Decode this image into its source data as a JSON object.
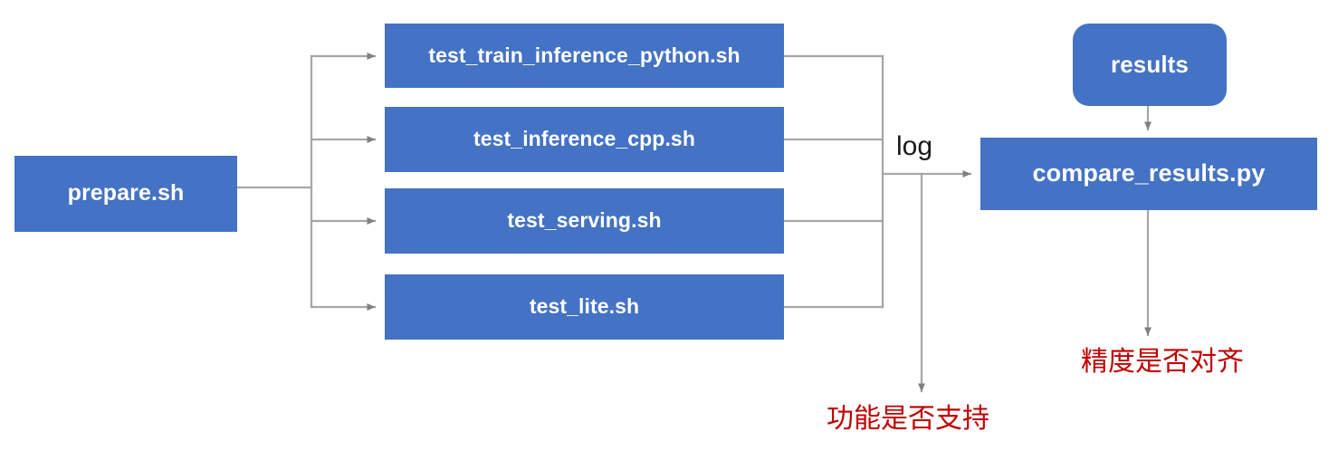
{
  "diagram": {
    "title": "PaddlePaddle TIPC test pipeline flowchart",
    "colors": {
      "node_fill": "#4472C4",
      "node_text": "#FFFFFF",
      "wire": "#A6A6A6",
      "arrow": "#808080",
      "annotation_red": "#C00000",
      "label_text": "#1A1A1A",
      "background": "#FFFFFF"
    },
    "nodes": {
      "prepare": {
        "label": "prepare.sh",
        "shape": "rectangle"
      },
      "test_train_inference_python": {
        "label": "test_train_inference_python.sh",
        "shape": "rectangle"
      },
      "test_inference_cpp": {
        "label": "test_inference_cpp.sh",
        "shape": "rectangle"
      },
      "test_serving": {
        "label": "test_serving.sh",
        "shape": "rectangle"
      },
      "test_lite": {
        "label": "test_lite.sh",
        "shape": "rectangle"
      },
      "results": {
        "label": "results",
        "shape": "rounded-rectangle"
      },
      "compare_results": {
        "label": "compare_results.py",
        "shape": "rectangle"
      }
    },
    "edge_labels": {
      "log": "log"
    },
    "annotations": {
      "function_supported": "功能是否支持",
      "precision_aligned": "精度是否对齐"
    },
    "edges": [
      {
        "from": "prepare",
        "to": "test_train_inference_python",
        "label": "",
        "arrow": true
      },
      {
        "from": "prepare",
        "to": "test_inference_cpp",
        "label": "",
        "arrow": true
      },
      {
        "from": "prepare",
        "to": "test_serving",
        "label": "",
        "arrow": true
      },
      {
        "from": "prepare",
        "to": "test_lite",
        "label": "",
        "arrow": true
      },
      {
        "from": "test_train_inference_python",
        "to": "compare_results",
        "label": "log",
        "arrow": true
      },
      {
        "from": "test_inference_cpp",
        "to": "compare_results",
        "label": "log",
        "arrow": true
      },
      {
        "from": "test_serving",
        "to": "compare_results",
        "label": "log",
        "arrow": true
      },
      {
        "from": "test_lite",
        "to": "compare_results",
        "label": "log",
        "arrow": true
      },
      {
        "from": "log-bus",
        "to": "function_supported",
        "label": "",
        "arrow": true
      },
      {
        "from": "results",
        "to": "compare_results",
        "label": "",
        "arrow": true
      },
      {
        "from": "compare_results",
        "to": "precision_aligned",
        "label": "",
        "arrow": true
      }
    ]
  }
}
